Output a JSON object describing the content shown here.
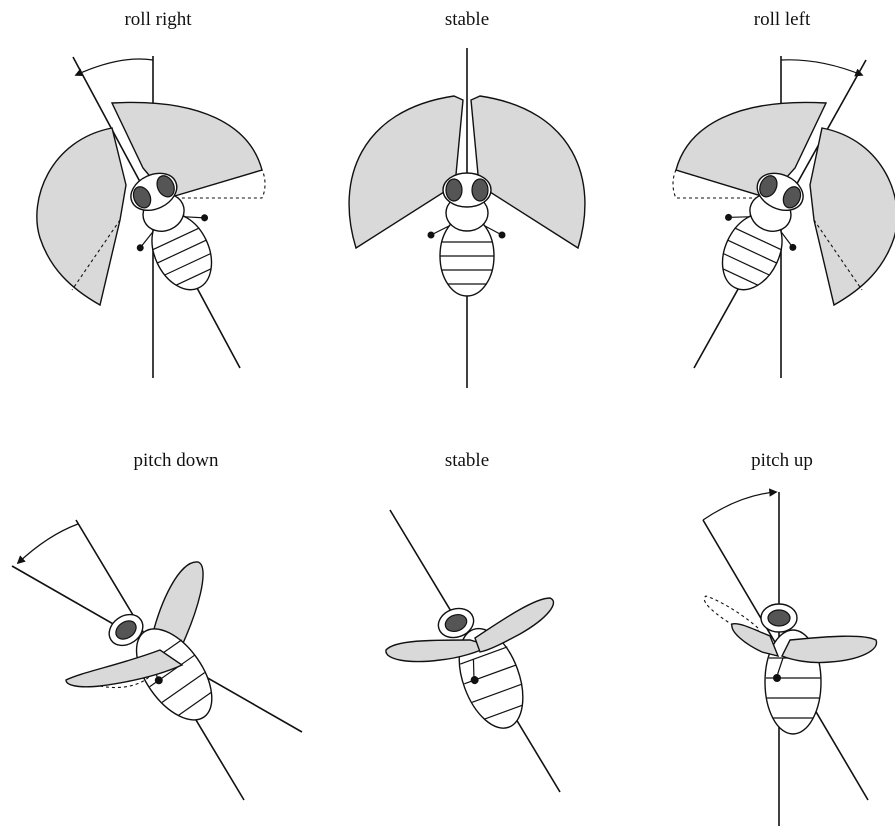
{
  "panels": {
    "roll_right": {
      "title": "roll right"
    },
    "stable_top": {
      "title": "stable"
    },
    "roll_left": {
      "title": "roll left"
    },
    "pitch_down": {
      "title": "pitch down"
    },
    "stable_bottom": {
      "title": "stable"
    },
    "pitch_up": {
      "title": "pitch up"
    }
  },
  "colors": {
    "wing_fill": "#d9d9d9",
    "eye_fill": "#555555",
    "line": "#111111"
  }
}
